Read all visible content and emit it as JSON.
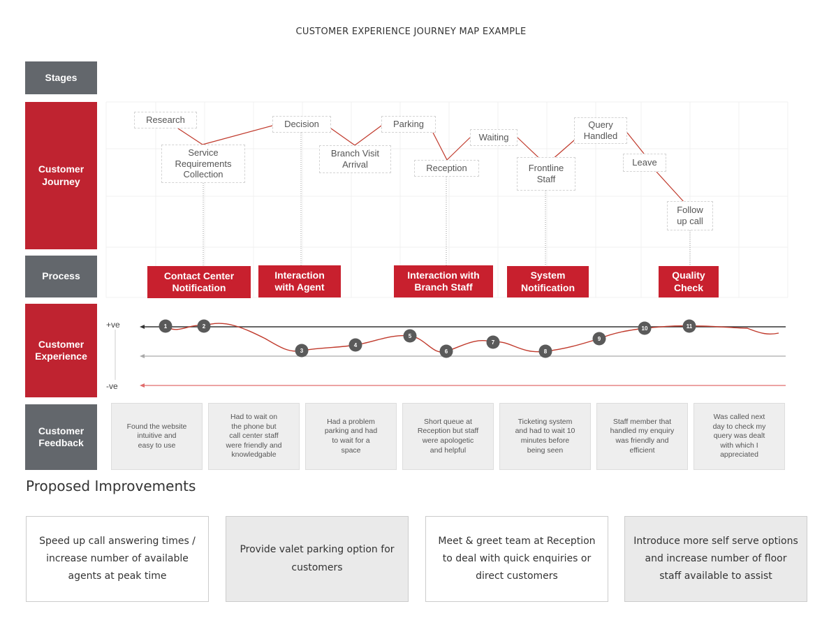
{
  "title": "CUSTOMER EXPERIENCE JOURNEY MAP EXAMPLE",
  "rows": {
    "stages": "Stages",
    "journey": "Customer\nJourney",
    "process": "Process",
    "experience": "Customer\nExperience",
    "feedback": "Customer\nFeedback"
  },
  "journey_nodes": [
    "Research",
    "Service\nRequirements\nCollection",
    "Decision",
    "Branch Visit\nArrival",
    "Parking",
    "Reception",
    "Waiting",
    "Frontline\nStaff",
    "Query\nHandled",
    "Leave",
    "Follow\nup call"
  ],
  "process_steps": [
    "Contact Center\nNotification",
    "Interaction\nwith Agent",
    "Interaction with\nBranch Staff",
    "System\nNotification",
    "Quality\nCheck"
  ],
  "experience": {
    "positive_label": "+ve",
    "negative_label": "-ve",
    "markers": [
      "1",
      "2",
      "3",
      "4",
      "5",
      "6",
      "7",
      "8",
      "9",
      "10",
      "11"
    ],
    "colors": {
      "curve": "#c0392b",
      "top_line": "#333333",
      "mid_line": "#aaaaaa",
      "bottom_line": "#e06c6c",
      "marker": "#5a5a5a"
    }
  },
  "feedback": [
    "Found the website\nintuitive and\neasy to use",
    "Had to wait on\nthe phone but\ncall center staff\nwere friendly and\nknowledgable",
    "Had a problem\nparking and had\nto wait for a\nspace",
    "Short queue at\nReception but staff\nwere apologetic\nand helpful",
    "Ticketing system\nand had to wait 10\nminutes before\nbeing seen",
    "Staff member that\nhandled my enquiry\nwas friendly and\nefficient",
    "Was called next\nday to check my\nquery was dealt\nwith which I\nappreciated"
  ],
  "improvements": {
    "title": "Proposed Improvements",
    "items": [
      "Speed up call answering times / increase number of available agents at peak time",
      "Provide valet parking option for customers",
      "Meet & greet team at Reception to deal with quick enquiries or direct customers",
      "Introduce more self serve options and increase number of floor staff available to assist"
    ]
  },
  "colors": {
    "red": "#bf2330",
    "gray": "#63676c"
  }
}
